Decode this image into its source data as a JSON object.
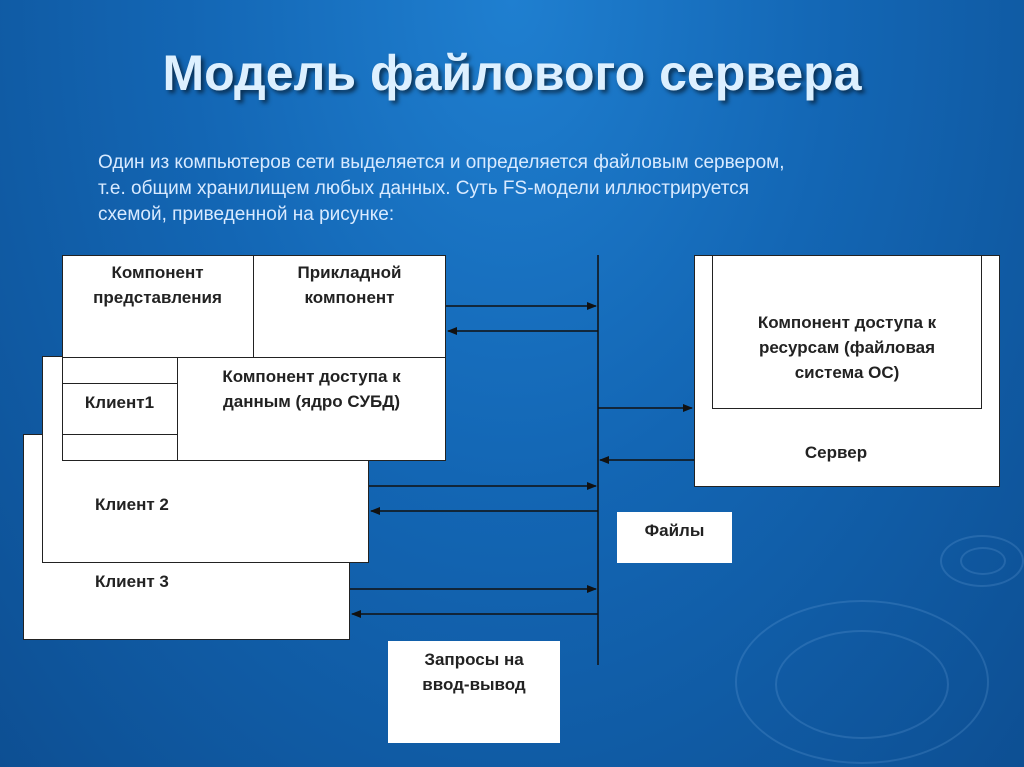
{
  "slide": {
    "title": "Модель файлового сервера",
    "intro_lines": [
      "Один из компьютеров сети выделяется и определяется файловым сервером,",
      "т.е. общим хранилищем любых данных. Суть FS-модели иллюстрируется",
      "схемой, приведенной на рисунке:"
    ]
  },
  "diagram": {
    "presentation_component": [
      "Компонент",
      "представления"
    ],
    "application_component": [
      "Прикладной",
      "компонент"
    ],
    "data_access_component": [
      "Компонент доступа к",
      "данным (ядро СУБД)"
    ],
    "client1": "Клиент1",
    "client2": "Клиент 2",
    "client3": "Клиент 3",
    "resource_access_component": [
      "Компонент доступа к",
      "ресурсам (файловая",
      "система ОС)"
    ],
    "server": "Сервер",
    "files": "Файлы",
    "io_requests": [
      "Запросы на",
      "ввод-вывод"
    ]
  }
}
